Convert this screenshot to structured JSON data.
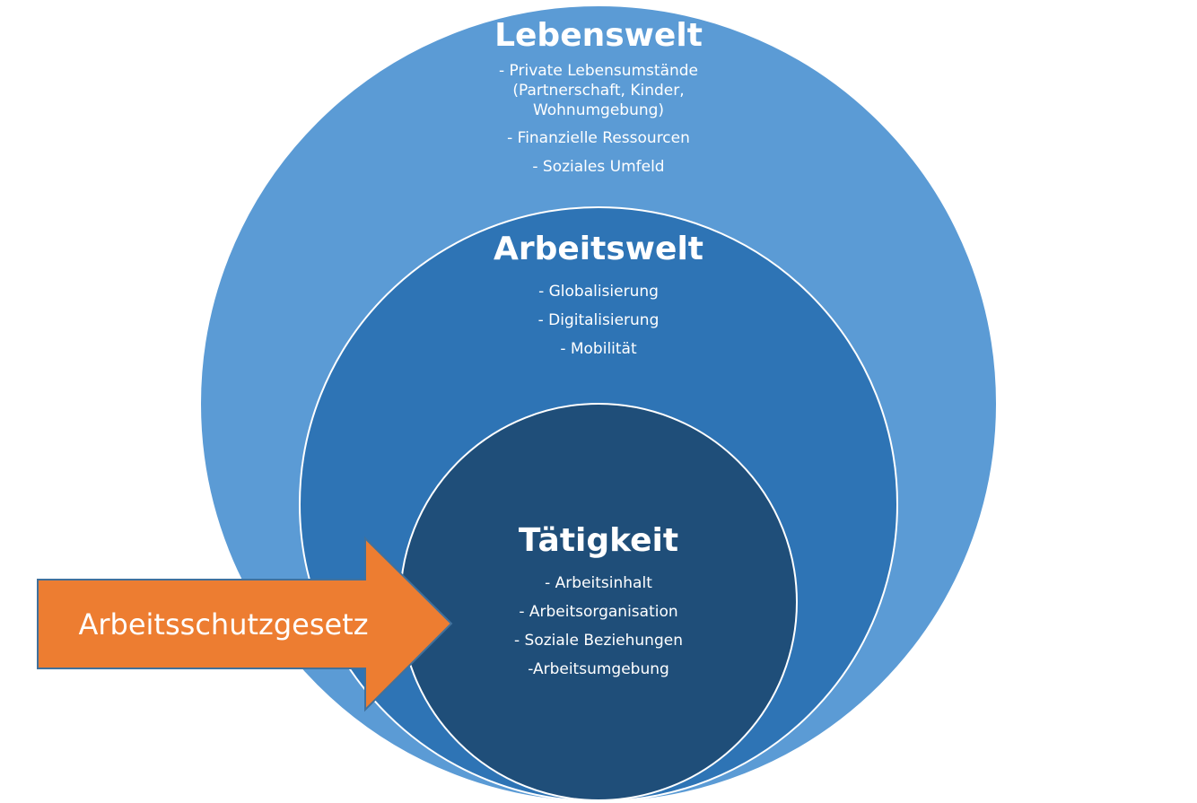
{
  "colors": {
    "outer_circle": "#5b9bd5",
    "middle_circle": "#2e74b5",
    "inner_circle": "#1f4e79",
    "circle_border": "#ffffff",
    "arrow_fill": "#ed7d31",
    "arrow_border": "#41719c",
    "text": "#ffffff"
  },
  "lebenswelt": {
    "title": "Lebenswelt",
    "items": [
      "- Private Lebensumstände (Partnerschaft, Kinder, Wohnumgebung)",
      "- Finanzielle Ressourcen",
      "- Soziales Umfeld"
    ]
  },
  "arbeitswelt": {
    "title": "Arbeitswelt",
    "items": [
      "- Globalisierung",
      "- Digitalisierung",
      "- Mobilität"
    ]
  },
  "taetigkeit": {
    "title": "Tätigkeit",
    "items": [
      "- Arbeitsinhalt",
      "- Arbeitsorganisation",
      "- Soziale Beziehungen",
      "-Arbeitsumgebung"
    ]
  },
  "arrow": {
    "label": "Arbeitsschutzgesetz"
  }
}
